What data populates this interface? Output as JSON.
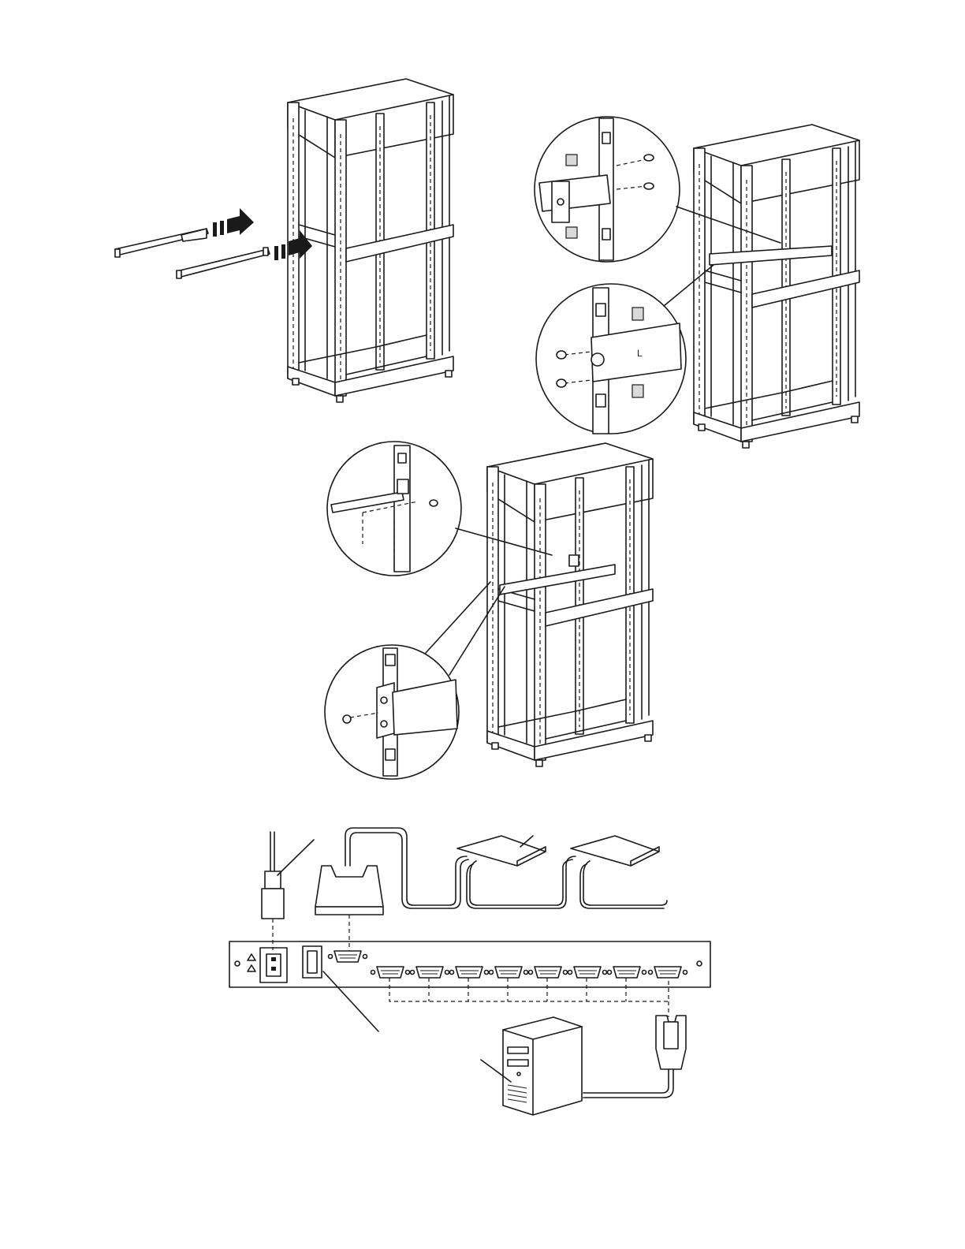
{
  "figure": {
    "panels": [
      {
        "id": "rails-insert",
        "icon": "rack-cabinet-icon"
      },
      {
        "id": "rail-mounting-closeups",
        "icon": "rack-cabinet-icon",
        "rail_marking": "L"
      },
      {
        "id": "rail-screw-closeups",
        "icon": "rack-cabinet-icon"
      },
      {
        "id": "kvm-cabling",
        "icon": "kvm-switch-icon"
      }
    ],
    "kvm_console_ports": 8,
    "colors": {
      "line": "#1a1a1a",
      "background": "#ffffff",
      "fill_grey": "#d9d9d9"
    }
  }
}
